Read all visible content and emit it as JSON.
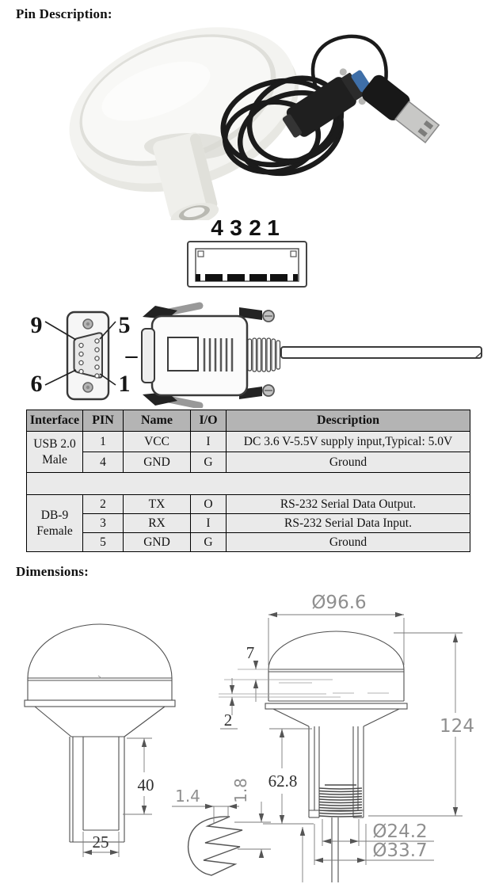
{
  "page": {
    "pin_heading": "Pin Description:",
    "dim_heading": "Dimensions:"
  },
  "usb_diagram": {
    "pins": [
      "4",
      "3",
      "2",
      "1"
    ]
  },
  "db9_diagram": {
    "labels": {
      "top_left": "9",
      "top_right": "5",
      "bottom_left": "6",
      "bottom_right": "1"
    },
    "separator": "–"
  },
  "pin_table": {
    "headers": [
      "Interface",
      "PIN",
      "Name",
      "I/O",
      "Description"
    ],
    "groups": [
      {
        "interface": "USB 2.0 Male",
        "rows": [
          {
            "pin": "1",
            "name": "VCC",
            "io": "I",
            "description": "DC 3.6 V-5.5V supply input,Typical: 5.0V"
          },
          {
            "pin": "4",
            "name": "GND",
            "io": "G",
            "description": "Ground"
          }
        ]
      },
      {
        "interface": "DB-9 Female",
        "rows": [
          {
            "pin": "2",
            "name": "TX",
            "io": "O",
            "description": "RS-232 Serial Data Output."
          },
          {
            "pin": "3",
            "name": "RX",
            "io": "I",
            "description": "RS-232 Serial Data Input."
          },
          {
            "pin": "5",
            "name": "GND",
            "io": "G",
            "description": "Ground"
          }
        ]
      }
    ]
  },
  "dimensions": {
    "top_diameter": "Ø96.6",
    "total_height": "124",
    "band_offset": "7",
    "band_gap": "2",
    "lower_height": "62.8",
    "thread_diameter": "Ø24.2",
    "mount_diameter": "Ø33.7",
    "stem_height": "40",
    "stem_width": "25",
    "thread_pitch": "1.4",
    "thread_depth": "1.8"
  }
}
